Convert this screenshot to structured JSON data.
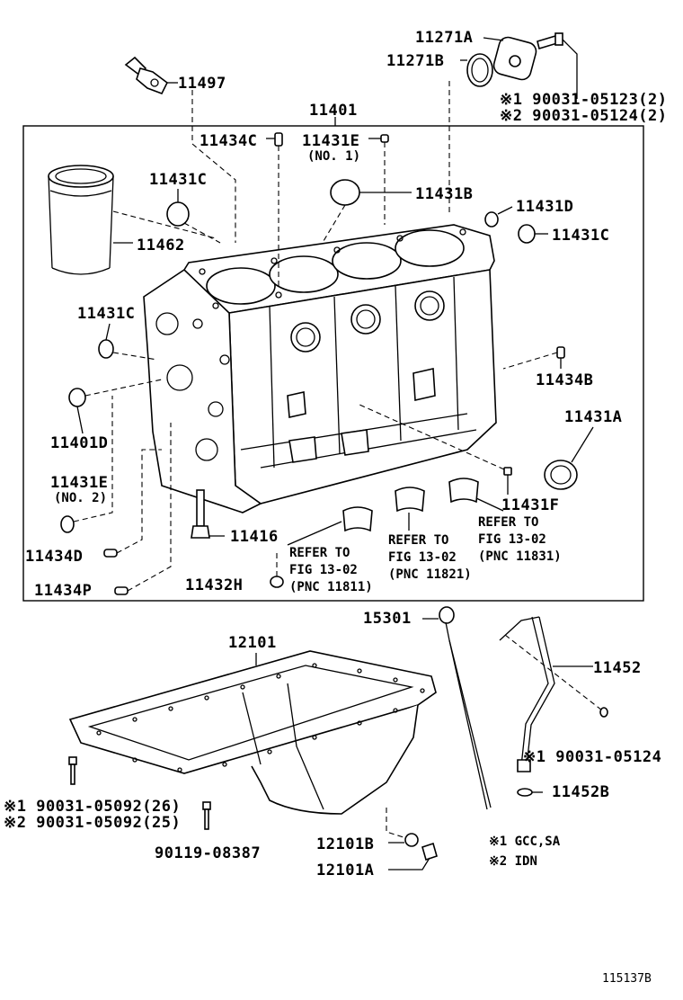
{
  "labels": {
    "p11271A": "11271A",
    "p11271B": "11271B",
    "p11497": "11497",
    "p11401": "11401",
    "p11434C": "11434C",
    "p11431E_1": "11431E",
    "no1": "(NO. 1)",
    "p11431C_a": "11431C",
    "p11431B": "11431B",
    "p11431D": "11431D",
    "p11431C_b": "11431C",
    "p11462": "11462",
    "p11431C_c": "11431C",
    "p11434B": "11434B",
    "p11401D": "11401D",
    "p11431A": "11431A",
    "p11431E_2": "11431E",
    "no2": "(NO. 2)",
    "p11431F": "11431F",
    "p11416": "11416",
    "p11434D": "11434D",
    "p11434P": "11434P",
    "p11432H": "11432H",
    "p15301": "15301",
    "p12101": "12101",
    "p11452": "11452",
    "p11452B": "11452B",
    "p12101B": "12101B",
    "p12101A": "12101A",
    "p90119": "90119-08387"
  },
  "notes": {
    "bolt1": "※1 90031-05123(2)",
    "bolt2": "※2 90031-05124(2)",
    "pan1": "※1 90031-05092(26)",
    "pan2": "※2 90031-05092(25)",
    "tube": "※1 90031-05124"
  },
  "refs": {
    "ref1_l1": "REFER TO",
    "ref1_l2": "FIG 13-02",
    "ref1_l3": "(PNC 11811)",
    "ref2_l1": "REFER TO",
    "ref2_l2": "FIG 13-02",
    "ref2_l3": "(PNC 11821)",
    "ref3_l1": "REFER TO",
    "ref3_l2": "FIG 13-02",
    "ref3_l3": "(PNC 11831)"
  },
  "legend": {
    "l1": "※1  GCC,SA",
    "l2": "※2  IDN"
  },
  "diagram_id": "115137B"
}
